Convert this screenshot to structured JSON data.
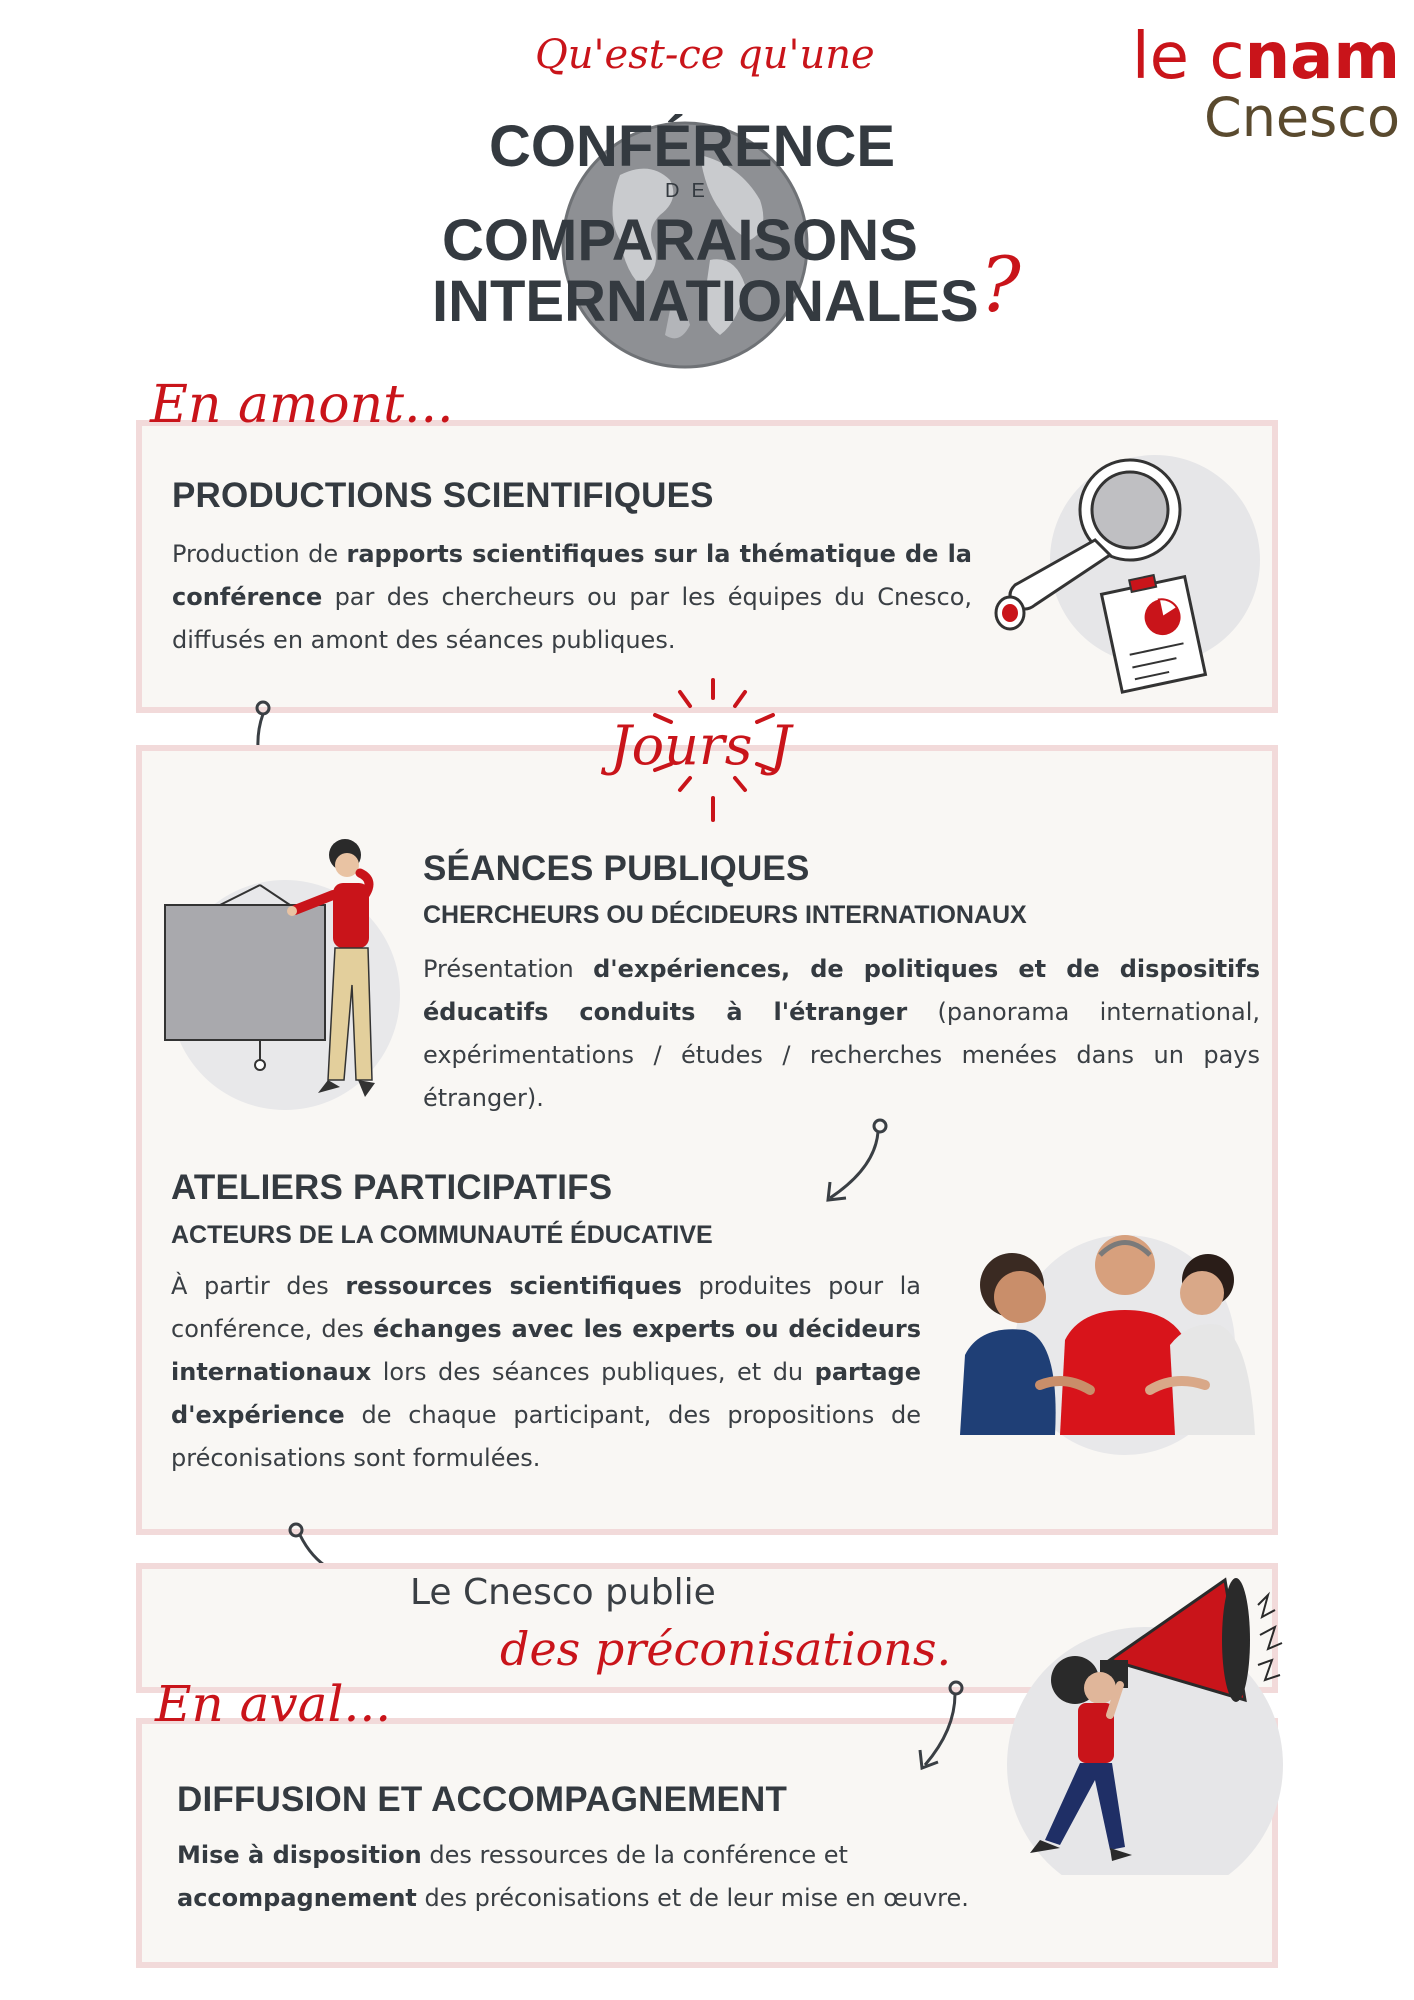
{
  "header": {
    "intro": "Qu'est-ce qu'une",
    "title_line1": "CONFÉRENCE",
    "title_de": "DE",
    "title_line2": "COMPARAISONS",
    "title_line3": "INTERNATIONALES",
    "question_mark": "?"
  },
  "logo": {
    "line1_light": "le c",
    "line1_bold": "nam",
    "line2": "Cnesco"
  },
  "amont": {
    "label": "En amont...",
    "heading": "PRODUCTIONS SCIENTIFIQUES",
    "text_1": "Production de ",
    "bold_1": "rapports scientifiques sur la thématique de la conférence",
    "text_2": " par des chercheurs ou par les équipes du Cnesco, diffusés en amont des séances publiques."
  },
  "jours": {
    "label": "Jours J",
    "seances": {
      "heading": "SÉANCES PUBLIQUES",
      "subheading": "CHERCHEURS OU DÉCIDEURS INTERNATIONAUX",
      "text_1": "Présentation ",
      "bold_1": "d'expériences, de politiques et de dispositifs éducatifs conduits à l'étranger",
      "text_2": " (panorama international, expérimentations / études / recherches menées dans un pays étranger)."
    },
    "ateliers": {
      "heading": "ATELIERS PARTICIPATIFS",
      "subheading": "ACTEURS DE LA COMMUNAUTÉ ÉDUCATIVE",
      "text_1": "À partir des ",
      "bold_1": "ressources scientifiques",
      "text_2": " produites pour la conférence, des ",
      "bold_2": "échanges avec les experts ou décideurs internationaux",
      "text_3": " lors des séances publiques, et du ",
      "bold_3": "partage d'expérience",
      "text_4": " de chaque participant, des propositions de préconisations sont formulées."
    }
  },
  "publie": {
    "line1": "Le Cnesco publie",
    "line2": "des préconisations."
  },
  "aval": {
    "label": "En aval...",
    "heading": "DIFFUSION ET ACCOMPAGNEMENT",
    "bold_1": "Mise à disposition",
    "text_1": " des ressources de la conférence et ",
    "bold_2": "accompagnement",
    "text_2": " des préconisations et de leur mise en œuvre."
  },
  "colors": {
    "accent_red": "#c9141a",
    "text_dark": "#343a40",
    "box_fill": "#f9f7f4",
    "box_border": "#f2dada",
    "logo_brown": "#5a4a2e"
  },
  "icons": [
    "globe-icon",
    "magnifier-icon",
    "clipboard-chart-icon",
    "presenter-icon",
    "workshop-people-icon",
    "megaphone-woman-icon",
    "curved-arrow-icon",
    "burst-icon"
  ]
}
